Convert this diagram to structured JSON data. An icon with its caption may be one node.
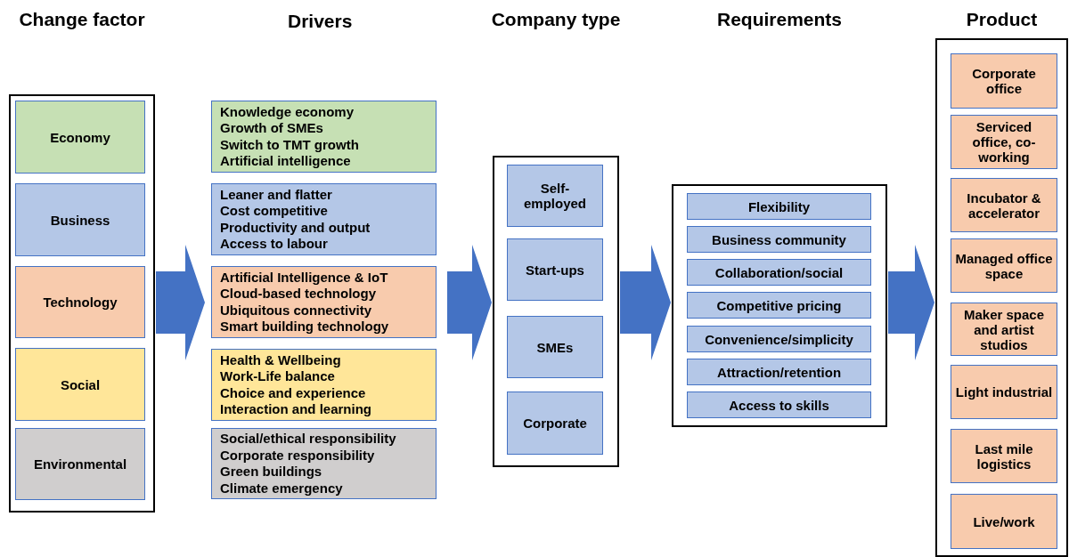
{
  "diagram": {
    "nodes": [
      {
        "text": [
          "Change factor"
        ]
      },
      {
        "text": [
          "Economy"
        ],
        "in": 0
      },
      {
        "text": [
          "Business"
        ],
        "in": 0
      },
      {
        "text": [
          "Technology"
        ],
        "in": 0
      },
      {
        "text": [
          "Social"
        ],
        "in": 0
      },
      {
        "text": [
          "Environmental"
        ],
        "in": 0
      },
      {
        "text": [
          "Knowledge economy",
          "Growth of SMEs",
          "Switch to TMT growth",
          "Artificial intelligence"
        ]
      },
      {
        "text": [
          "Leaner and flatter",
          "Cost competitive",
          "Productivity and output",
          "Access to labour"
        ]
      },
      {
        "text": [
          "Artificial Intelligence & IoT",
          "Cloud-based technology",
          "Ubiquitous connectivity",
          "Smart building technology"
        ]
      },
      {
        "text": [
          "Health & Wellbeing",
          "Work-Life balance",
          "Choice and experience",
          "Interaction and learning"
        ]
      },
      {
        "text": [
          "Social/ethical responsibility",
          "Corporate responsibility",
          "Green buildings",
          "Climate emergency"
        ]
      },
      {
        "text": [
          "Company type"
        ]
      },
      {
        "text": [
          "Self-employed"
        ],
        "in": 11
      },
      {
        "text": [
          "Start-ups"
        ],
        "in": 11
      },
      {
        "text": [
          "SMEs"
        ],
        "in": 11
      },
      {
        "text": [
          "Corporate"
        ],
        "in": 11
      },
      {
        "text": [
          "Requirements"
        ]
      },
      {
        "text": [
          "Flexibility"
        ],
        "in": 16
      },
      {
        "text": [
          "Business community"
        ],
        "in": 16
      },
      {
        "text": [
          "Collaboration/social"
        ],
        "in": 16
      },
      {
        "text": [
          "Competitive pricing"
        ],
        "in": 16
      },
      {
        "text": [
          "Convenience/simplicity"
        ],
        "in": 16
      },
      {
        "text": [
          "Attraction/retention"
        ],
        "in": 16
      },
      {
        "text": [
          "Access to skills"
        ],
        "in": 16
      },
      {
        "text": [
          "Product"
        ]
      },
      {
        "text": [
          "Corporate office"
        ],
        "in": 24
      },
      {
        "text": [
          "Serviced office, co-working"
        ],
        "in": 24
      },
      {
        "text": [
          "Incubator & accelerator"
        ],
        "in": 24
      },
      {
        "text": [
          "Managed office space"
        ],
        "in": 24
      },
      {
        "text": [
          "Maker space and artist studios"
        ],
        "in": 24
      },
      {
        "text": [
          "Light industrial"
        ],
        "in": 24
      },
      {
        "text": [
          "Last mile logistics"
        ],
        "in": 24
      },
      {
        "text": [
          "Live/work"
        ],
        "in": 24
      }
    ],
    "edges": [
      {
        "from": 0,
        "to": null,
        "arrow": "to",
        "style": "thick"
      },
      {
        "from": null,
        "to": 11,
        "arrow": "to",
        "style": "thick"
      },
      {
        "from": 11,
        "to": 16,
        "arrow": "to",
        "style": "thick"
      },
      {
        "from": 16,
        "to": 24,
        "arrow": "to",
        "style": "thick"
      }
    ],
    "labels": [
      "Drivers"
    ]
  }
}
